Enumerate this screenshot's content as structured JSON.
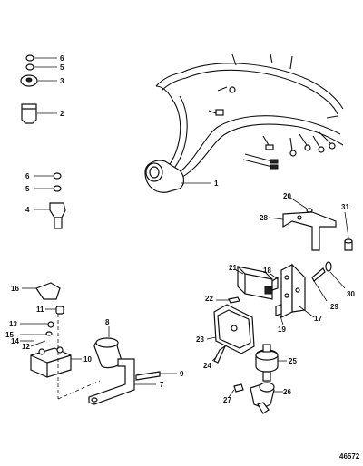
{
  "callouts": [
    "1",
    "2",
    "3",
    "4",
    "5",
    "6",
    "7",
    "8",
    "9",
    "10",
    "11",
    "12",
    "13",
    "14",
    "15",
    "16",
    "17",
    "18",
    "19",
    "20",
    "21",
    "22",
    "23",
    "24",
    "25",
    "26",
    "27",
    "28",
    "29",
    "30",
    "31"
  ],
  "figure_id": "46572",
  "duplicate_callouts": {
    "5b": "5",
    "6b": "6"
  }
}
